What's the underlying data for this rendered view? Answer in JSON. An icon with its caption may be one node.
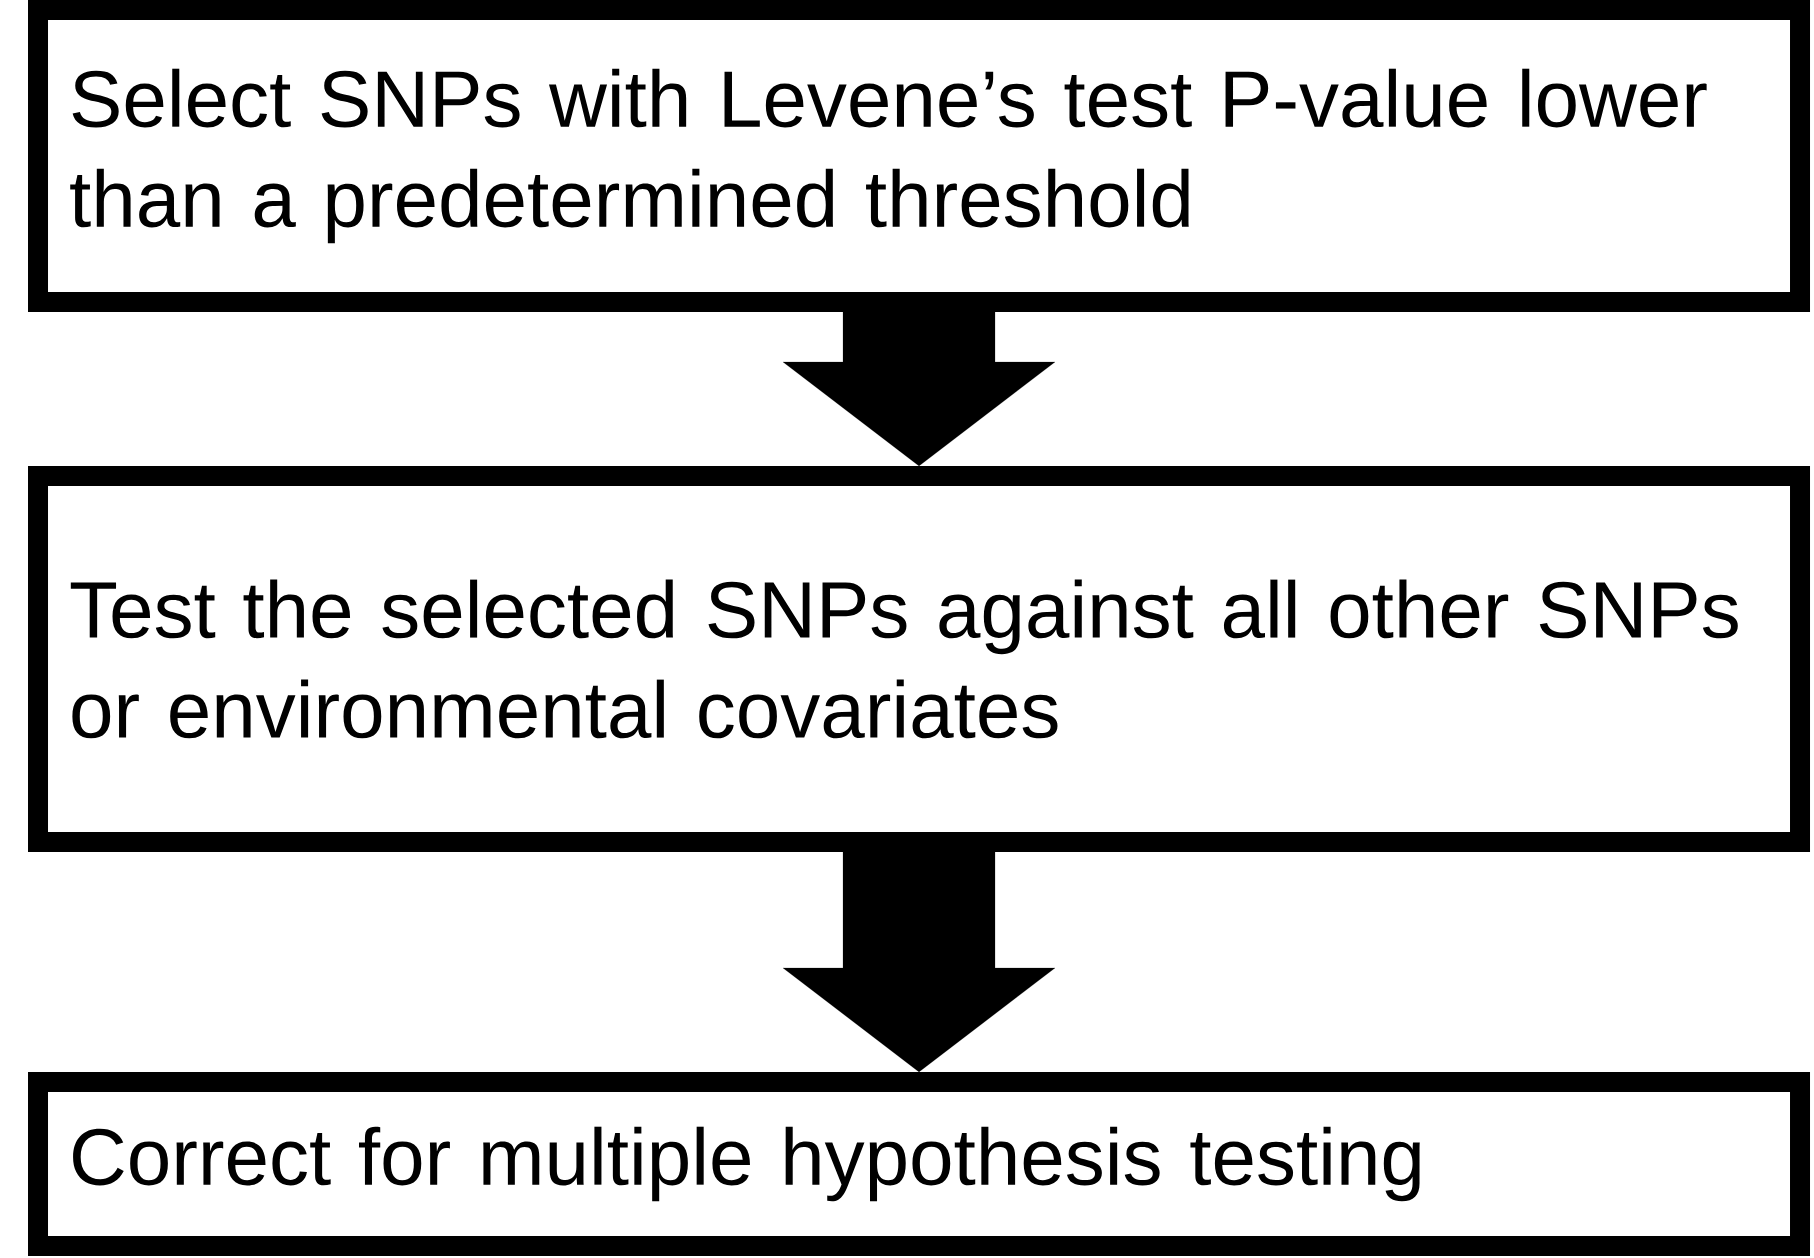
{
  "diagram": {
    "nodes": [
      {
        "text": [
          "Select SNPs with Levene’s test P-value lower than a predetermined threshold"
        ]
      },
      {
        "text": [
          "Test the selected SNPs against all other SNPs or environmental covariates"
        ]
      },
      {
        "text": [
          "Correct for multiple hypothesis testing"
        ]
      }
    ],
    "edges": [
      {
        "from": 0,
        "to": 1,
        "arrow": "to"
      },
      {
        "from": 1,
        "to": 2,
        "arrow": "to"
      }
    ]
  }
}
